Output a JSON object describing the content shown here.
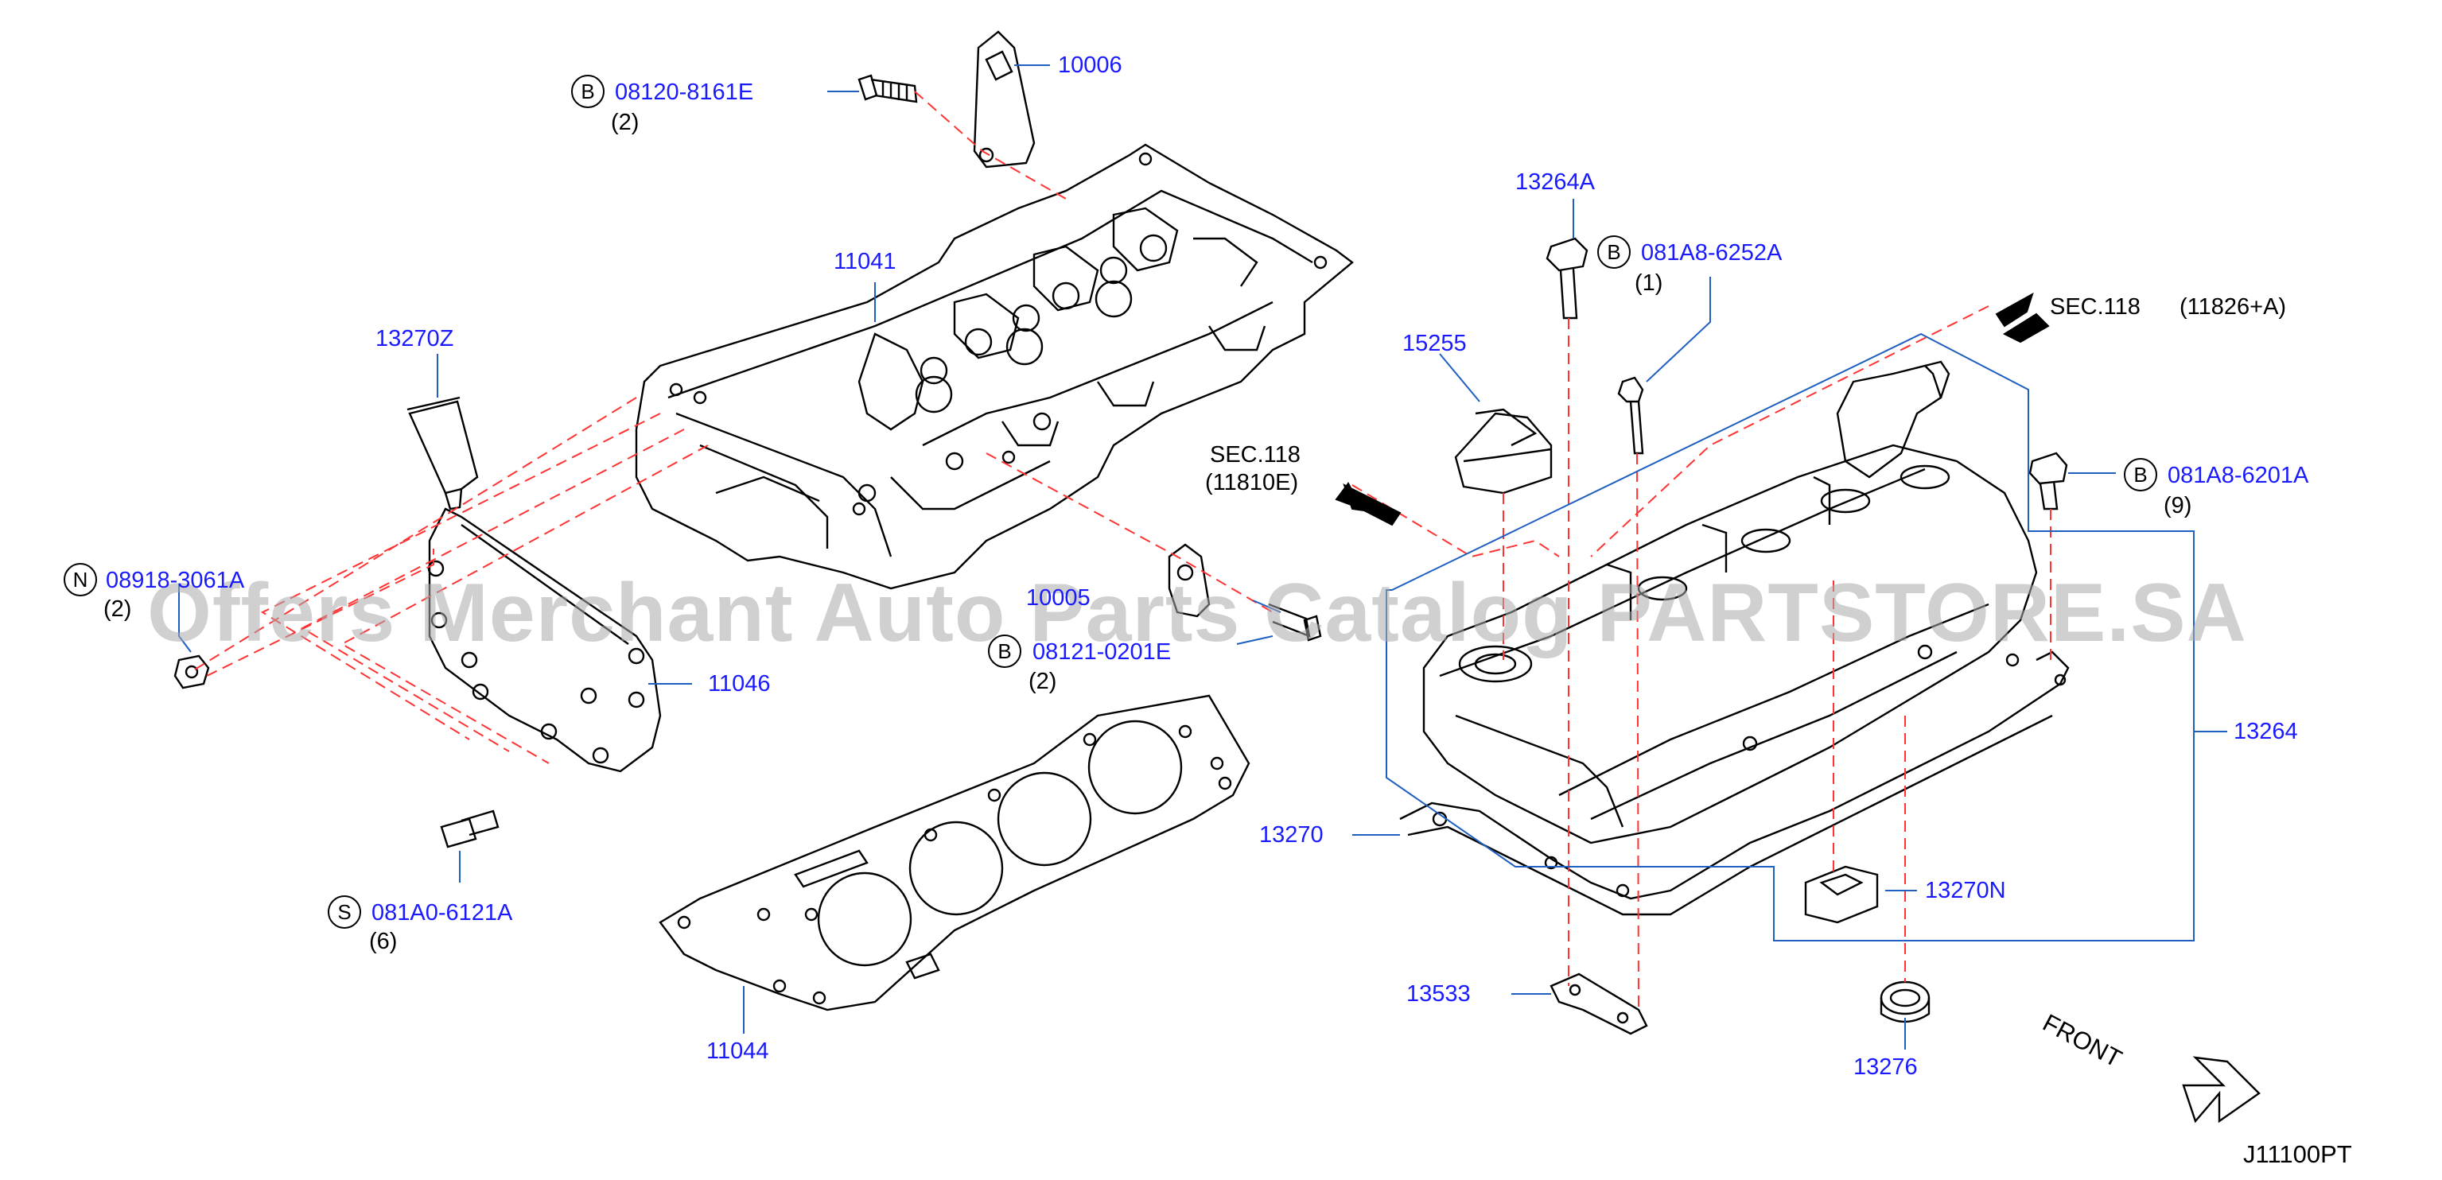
{
  "diagram_id": "J11100PT",
  "watermark": "Offers Merchant Auto Parts Catalog PARTSTORE.SA",
  "front_label": "FRONT",
  "colors": {
    "part_number": "#1a1aff",
    "callout_line": "#1f5fbf",
    "leader_dash": "#ff3333",
    "drawing": "#000000"
  },
  "references": [
    {
      "line1": "SEC.118",
      "line2": "(11826+A)"
    },
    {
      "line1": "SEC.118",
      "line2": "(11810E)"
    }
  ],
  "parts": [
    {
      "number": "10006"
    },
    {
      "number": "08120-8161E",
      "badge": "B",
      "qty": "(2)"
    },
    {
      "number": "11041"
    },
    {
      "number": "13270Z"
    },
    {
      "number": "08918-3061A",
      "badge": "N",
      "qty": "(2)"
    },
    {
      "number": "11046"
    },
    {
      "number": "081A0-6121A",
      "badge": "S",
      "qty": "(6)"
    },
    {
      "number": "10005"
    },
    {
      "number": "08121-0201E",
      "badge": "B",
      "qty": "(2)"
    },
    {
      "number": "11044"
    },
    {
      "number": "13264A"
    },
    {
      "number": "081A8-6252A",
      "badge": "B",
      "qty": "(1)"
    },
    {
      "number": "15255"
    },
    {
      "number": "081A8-6201A",
      "badge": "B",
      "qty": "(9)"
    },
    {
      "number": "13264"
    },
    {
      "number": "13270"
    },
    {
      "number": "13270N"
    },
    {
      "number": "13533"
    },
    {
      "number": "13276"
    }
  ]
}
